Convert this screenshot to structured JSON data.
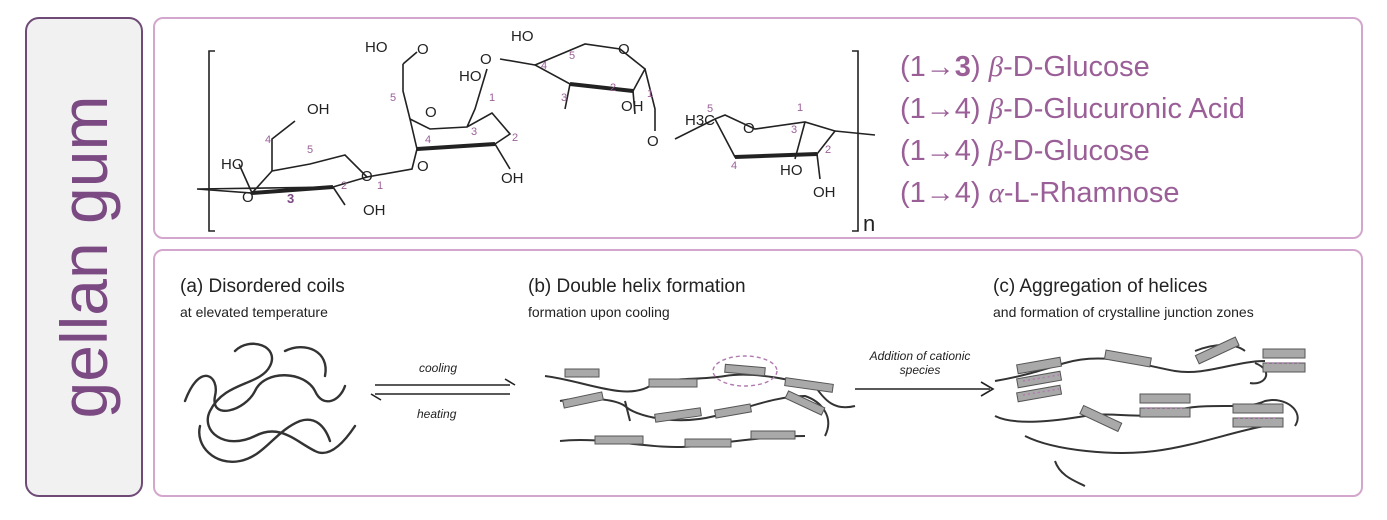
{
  "side_title": "gellan gum",
  "structure": {
    "labels": {
      "hooc": "HO",
      "o_carbonyl": "O",
      "ho_top": "HO",
      "ho_center": "HO",
      "o_link_top": "O",
      "oh_left": "OH",
      "ho_left": "HO",
      "o_left": "O",
      "o_ring1": "O",
      "o_link1": "O",
      "oh_g1": "OH",
      "oh_g2": "OH",
      "o_ring2": "O",
      "o_ring3": "O",
      "oh_g3": "OH",
      "o_link3": "O",
      "h3c": "H3C",
      "o_ring4": "O",
      "ho_r": "HO",
      "oh_r": "OH",
      "n": "n",
      "num_4a": "4",
      "num_5a": "5",
      "num_3a": "3",
      "num_2a": "2",
      "num_1a": "1",
      "num_5b": "5",
      "num_4b": "4",
      "num_3b": "3",
      "num_2b": "2",
      "num_1b": "1",
      "num_5c": "5",
      "num_4c": "4",
      "num_3c": "3",
      "num_2c": "2",
      "num_1c": "1",
      "num_5d": "5",
      "num_4d": "4",
      "num_3d": "3",
      "num_2d": "2",
      "num_1d": "1"
    }
  },
  "legend": [
    {
      "prefix": "(1→",
      "bold": "3",
      "suffix": ") ",
      "greek": "β",
      "rest": "-D-Glucose"
    },
    {
      "prefix": "(1→4) ",
      "bold": "",
      "suffix": "",
      "greek": "β",
      "rest": "-D-Glucuronic Acid"
    },
    {
      "prefix": "(1→4) ",
      "bold": "",
      "suffix": "",
      "greek": "β",
      "rest": "-D-Glucose"
    },
    {
      "prefix": "(1→4) ",
      "bold": "",
      "suffix": "",
      "greek": "α",
      "rest": "-L-Rhamnose"
    }
  ],
  "stages": {
    "a": {
      "title": "(a) Disordered coils",
      "sub": "at elevated temperature"
    },
    "b": {
      "title": "(b) Double helix formation",
      "sub": "formation  upon cooling"
    },
    "c": {
      "title": "(c) Aggregation of helices",
      "sub": "and formation of crystalline junction zones"
    }
  },
  "arrows": {
    "cooling": "cooling",
    "heating": "heating",
    "cationic_line1": "Addition of cationic",
    "cationic_line2": "species"
  },
  "colors": {
    "accent": "#7b4a82",
    "border": "#d3a7cd",
    "rod": "#a9a9a9",
    "dashed": "#b07ab0"
  }
}
